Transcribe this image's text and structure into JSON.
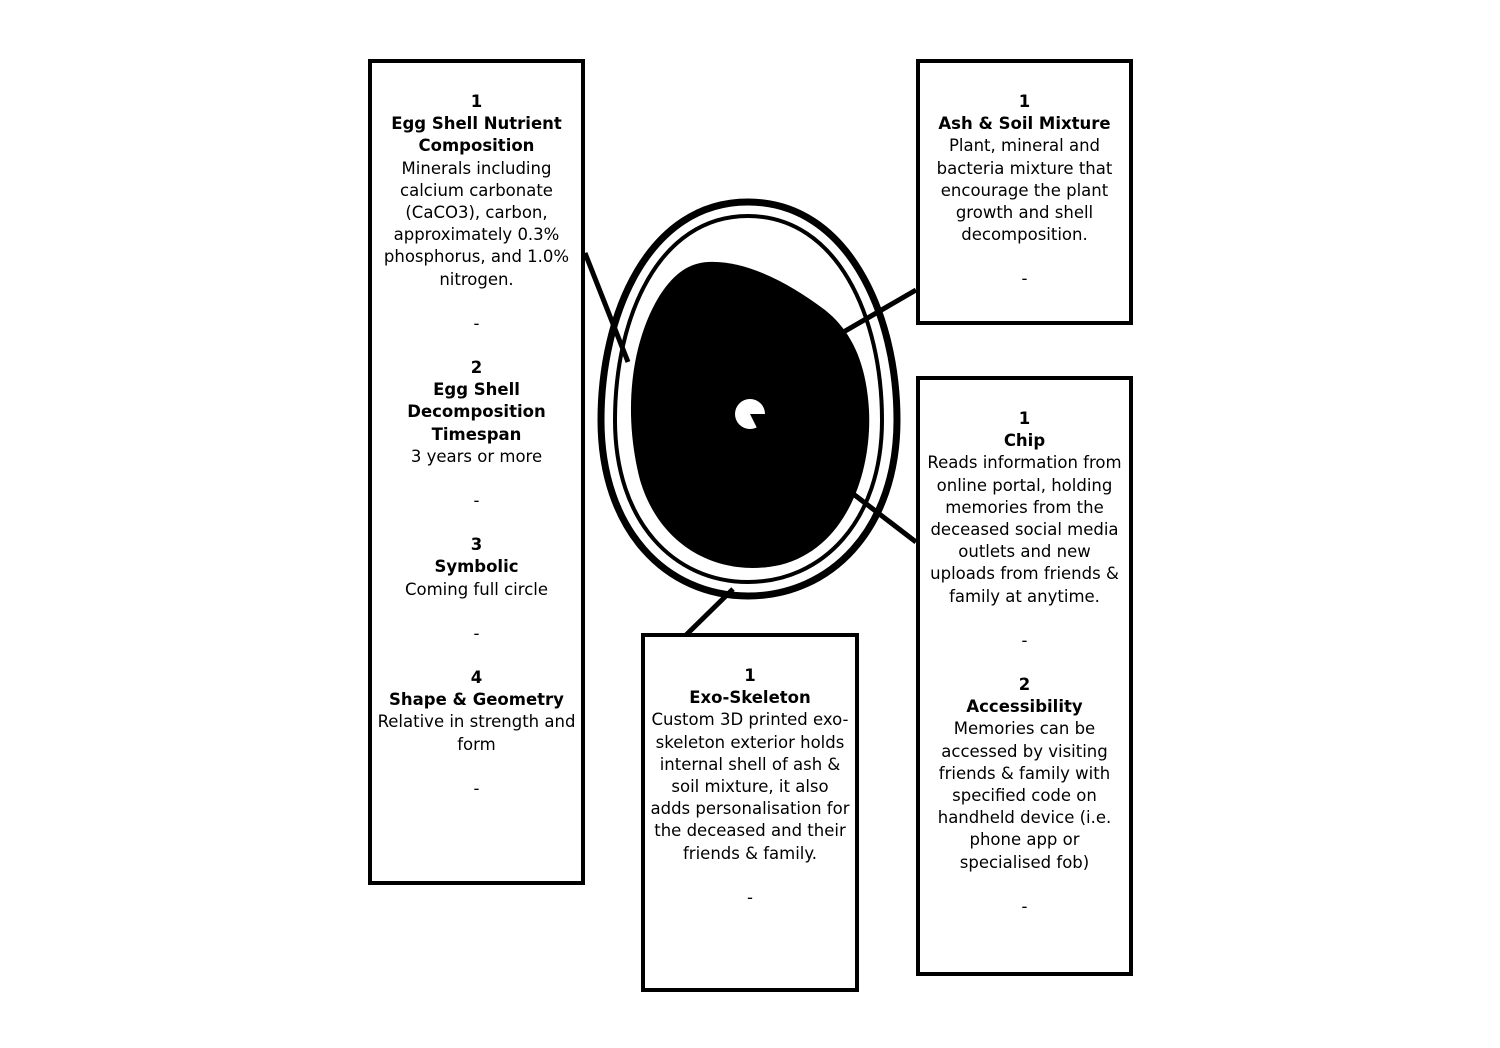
{
  "colors": {
    "ink": "#000000",
    "background": "#ffffff"
  },
  "boxes": {
    "left": {
      "sections": [
        {
          "num": "1",
          "title": "Egg Shell Nutrient Composition",
          "desc": "Minerals including calcium carbonate (CaCO3), carbon, approximately 0.3% phosphorus, and 1.0% nitrogen.",
          "sep": "-"
        },
        {
          "num": "2",
          "title": "Egg Shell Decomposition Timespan",
          "desc": "3 years or more",
          "sep": "-"
        },
        {
          "num": "3",
          "title": "Symbolic",
          "desc": "Coming full circle",
          "sep": "-"
        },
        {
          "num": "4",
          "title": "Shape & Geometry",
          "desc": "Relative in strength and form",
          "sep": "-"
        }
      ]
    },
    "top_right": {
      "sections": [
        {
          "num": "1",
          "title": "Ash & Soil Mixture",
          "desc": "Plant, mineral and bacteria mixture that encourage the plant growth and shell decomposition.",
          "sep": "-"
        }
      ]
    },
    "right": {
      "sections": [
        {
          "num": "1",
          "title": "Chip",
          "desc": "Reads information from online portal, holding memories from the deceased social media outlets and new uploads from friends & family at anytime.",
          "sep": "-"
        },
        {
          "num": "2",
          "title": "Accessibility",
          "desc": "Memories can be accessed by visiting friends & family with specified code on handheld device (i.e. phone app or specialised fob)",
          "sep": "-"
        }
      ]
    },
    "bottom": {
      "sections": [
        {
          "num": "1",
          "title": "Exo-Skeleton",
          "desc": "Custom 3D printed exo-skeleton exterior holds internal shell of ash & soil mixture, it also adds personalisation for the deceased and their friends & family.",
          "sep": "-"
        }
      ]
    }
  }
}
